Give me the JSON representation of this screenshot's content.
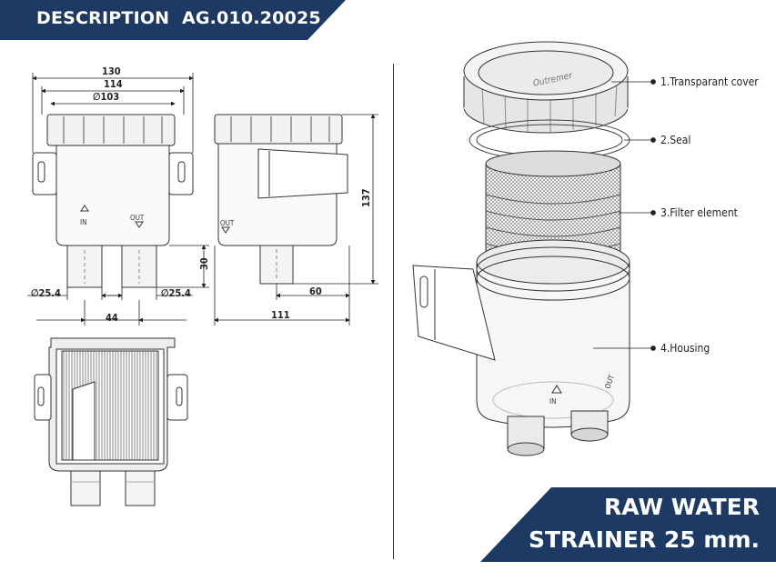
{
  "header": {
    "description_label": "DESCRIPTION",
    "code": "AG.010.20025",
    "color": "#1c3a63"
  },
  "title": {
    "line1": "RAW WATER",
    "line2": "STRAINER 25 mm."
  },
  "dimensions": {
    "overall_width": "130",
    "flange_width": "114",
    "cover_diameter": "∅103",
    "pipe_left": "∅25.4",
    "pipe_right": "∅25.4",
    "pipe_spacing": "44",
    "pipe_height": "30",
    "side_width": "111",
    "side_offset": "60",
    "height": "137"
  },
  "port_labels": {
    "in": "IN",
    "out": "OUT"
  },
  "logo_text": "Outremer",
  "parts": [
    {
      "label": "1.Transparant cover"
    },
    {
      "label": "2.Seal"
    },
    {
      "label": "3.Filter element"
    },
    {
      "label": "4.Housing"
    }
  ]
}
